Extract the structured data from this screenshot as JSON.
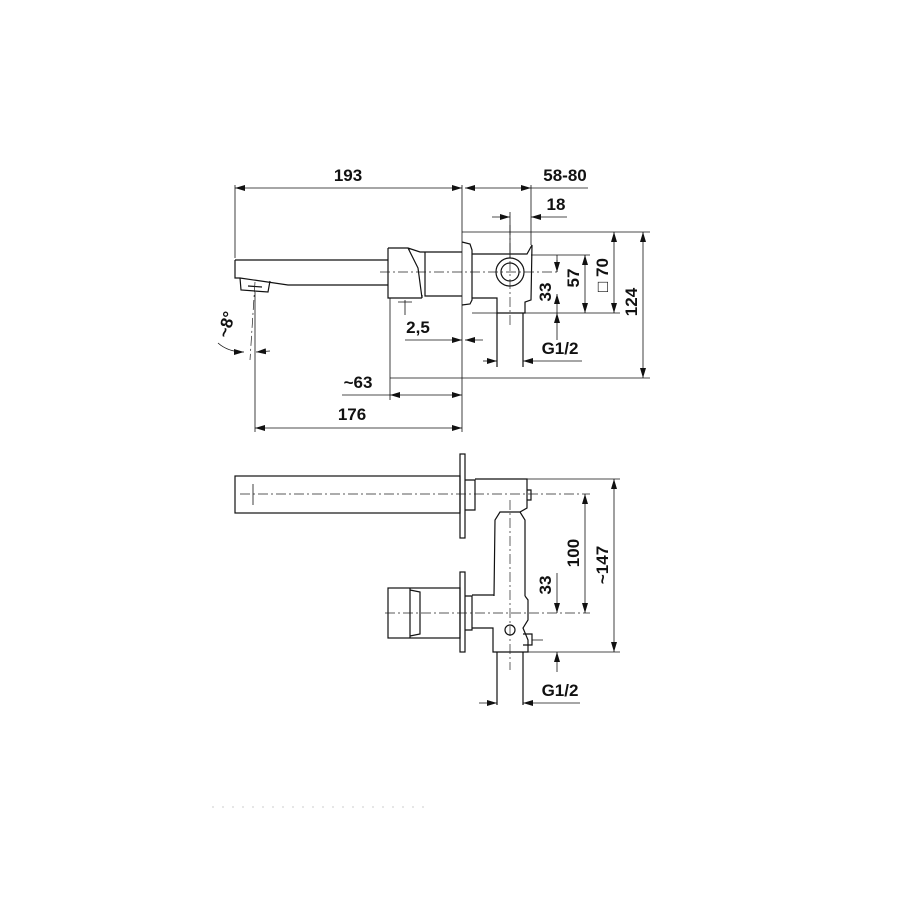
{
  "top_view": {
    "dim_193": "193",
    "dim_58_80": "58-80",
    "dim_18": "18",
    "dim_33": "33",
    "dim_57": "57",
    "dim_70": "□ 70",
    "dim_124": "124",
    "dim_2_5": "2,5",
    "dim_g12": "G1/2",
    "dim_63": "~63",
    "dim_176": "176",
    "angle_8": "~8°"
  },
  "bottom_view": {
    "dim_100": "100",
    "dim_147": "~147",
    "dim_33": "33",
    "dim_g12": "G1/2"
  }
}
